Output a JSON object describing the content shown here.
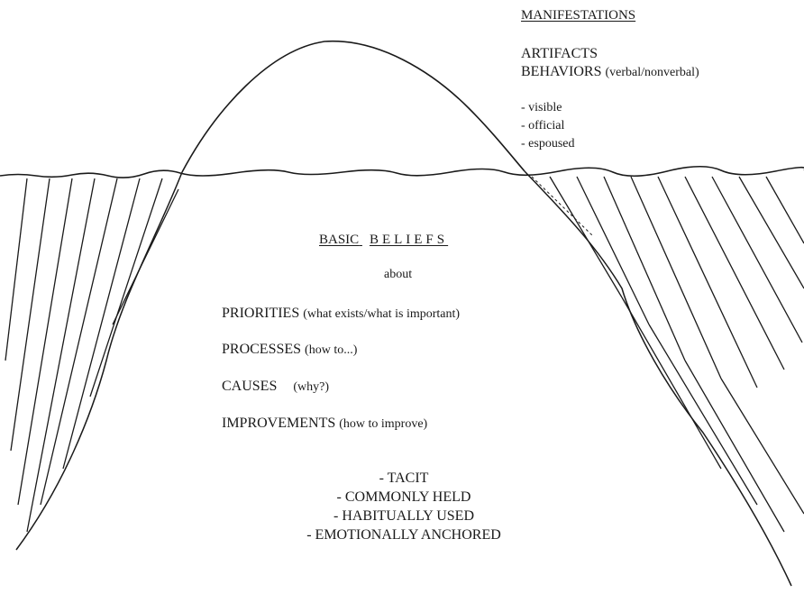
{
  "manifestations": {
    "heading": "MANIFESTATIONS",
    "artifacts": "ARTIFACTS",
    "behaviors": "BEHAVIORS",
    "behaviors_note": "(verbal/nonverbal)",
    "traits": [
      "- visible",
      "- official",
      "- espoused"
    ]
  },
  "basic_beliefs": {
    "heading_word1": "BASIC",
    "heading_word2": "BELIEFS",
    "about": "about",
    "categories": [
      {
        "label": "PRIORITIES",
        "note": "(what exists/what is important)"
      },
      {
        "label": "PROCESSES",
        "note": "(how to...)"
      },
      {
        "label": "CAUSES",
        "note": "(why?)"
      },
      {
        "label": "IMPROVEMENTS",
        "note": "(how to improve)"
      }
    ],
    "traits": [
      "- TACIT",
      "- COMMONLY HELD",
      "- HABITUALLY USED",
      "- EMOTIONALLY ANCHORED"
    ]
  },
  "colors": {
    "ink": "#1a1a1a",
    "paper": "#ffffff"
  }
}
